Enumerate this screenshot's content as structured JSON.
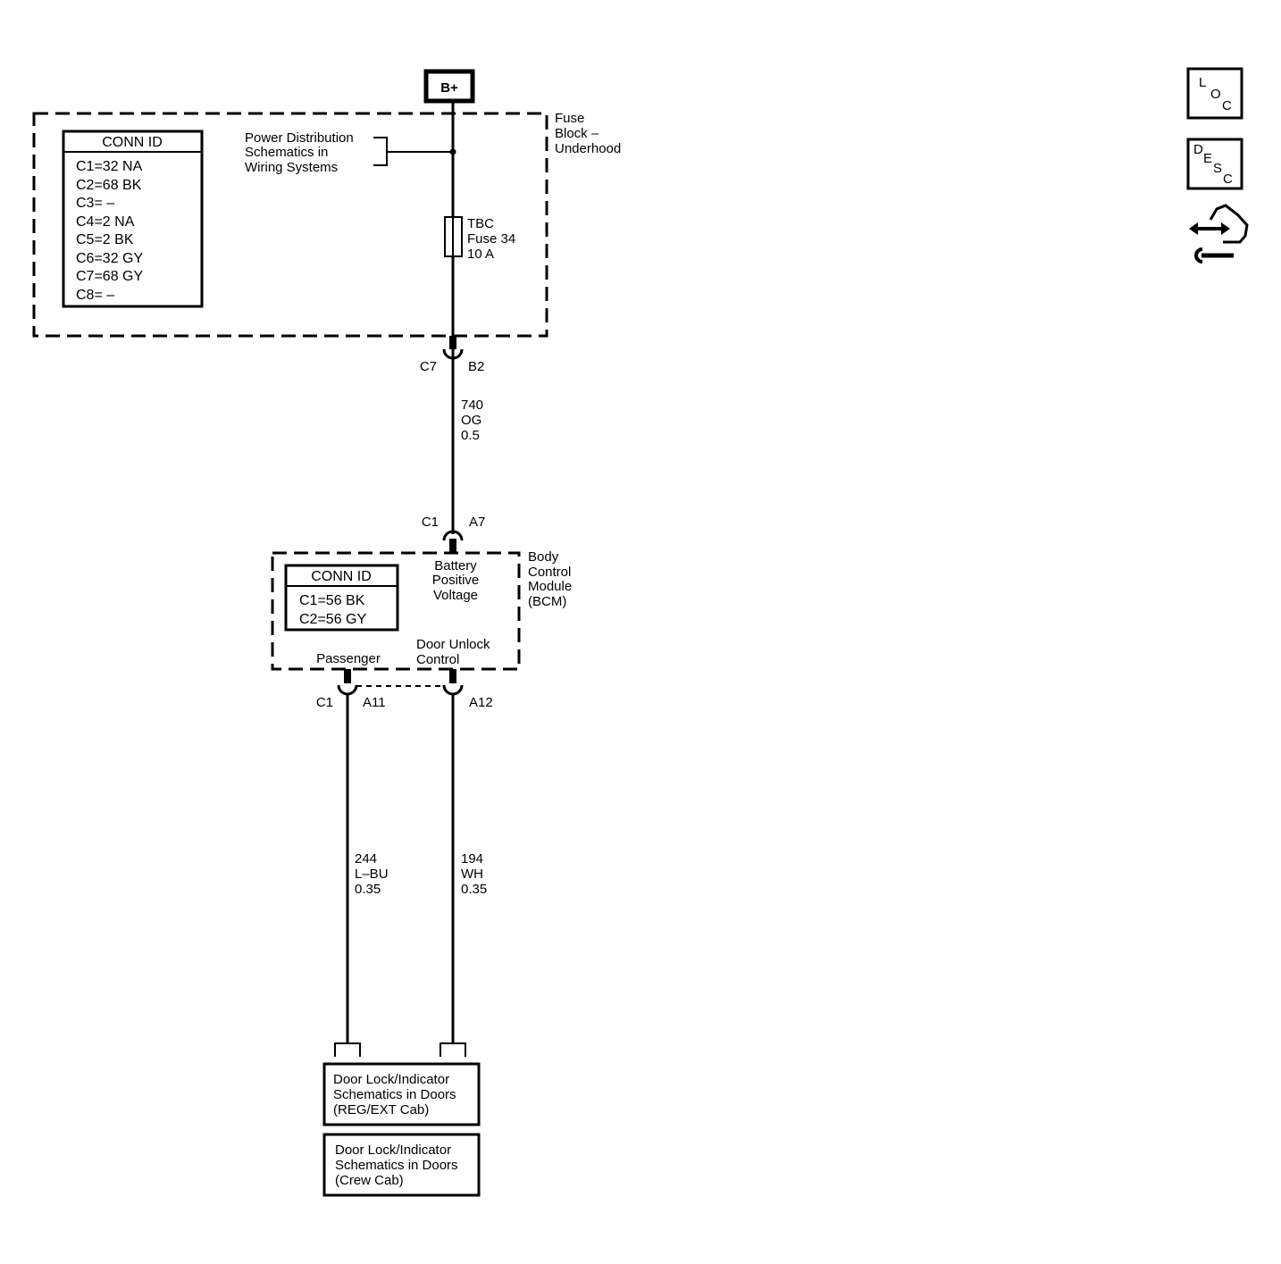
{
  "power_source": "B+",
  "fuse_block": {
    "title": [
      "Fuse",
      "Block –",
      "Underhood"
    ],
    "conn_id": {
      "header": "CONN ID",
      "rows": [
        "C1=32 NA",
        "C2=68 BK",
        "C3= –",
        "C4=2 NA",
        "C5=2 BK",
        "C6=32 GY",
        "C7=68 GY",
        "C8= –"
      ]
    },
    "power_distribution_ref": [
      "Power Distribution",
      "Schematics in",
      "Wiring Systems"
    ],
    "fuse": [
      "TBC",
      "Fuse 34",
      "10 A"
    ]
  },
  "connectors": {
    "fuse_out": {
      "conn": "C7",
      "pin": "B2"
    },
    "bcm_in": {
      "conn": "C1",
      "pin": "A7"
    },
    "bcm_out": {
      "conn": "C1",
      "pin_passenger": "A11",
      "pin_unlock": "A12"
    }
  },
  "wires": {
    "w740": [
      "740",
      "OG",
      "0.5"
    ],
    "w244": [
      "244",
      "L–BU",
      "0.35"
    ],
    "w194": [
      "194",
      "WH",
      "0.35"
    ]
  },
  "bcm": {
    "title": [
      "Body",
      "Control",
      "Module",
      "(BCM)"
    ],
    "conn_id": {
      "header": "CONN ID",
      "rows": [
        "C1=56 BK",
        "C2=56 GY"
      ]
    },
    "battery_label": [
      "Battery",
      "Positive",
      "Voltage"
    ],
    "passenger_label": "Passenger",
    "door_unlock_label": [
      "Door Unlock",
      "Control"
    ]
  },
  "references": [
    [
      "Door Lock/Indicator",
      "Schematics in Doors",
      "(REG/EXT Cab)"
    ],
    [
      "Door Lock/Indicator",
      "Schematics in Doors",
      "(Crew Cab)"
    ]
  ],
  "side_icons": {
    "loc": [
      "L",
      "O",
      "C"
    ],
    "desc": [
      "D",
      "E",
      "S",
      "C"
    ],
    "diagnostic_icon": "hand-wrench-arrows-icon"
  }
}
